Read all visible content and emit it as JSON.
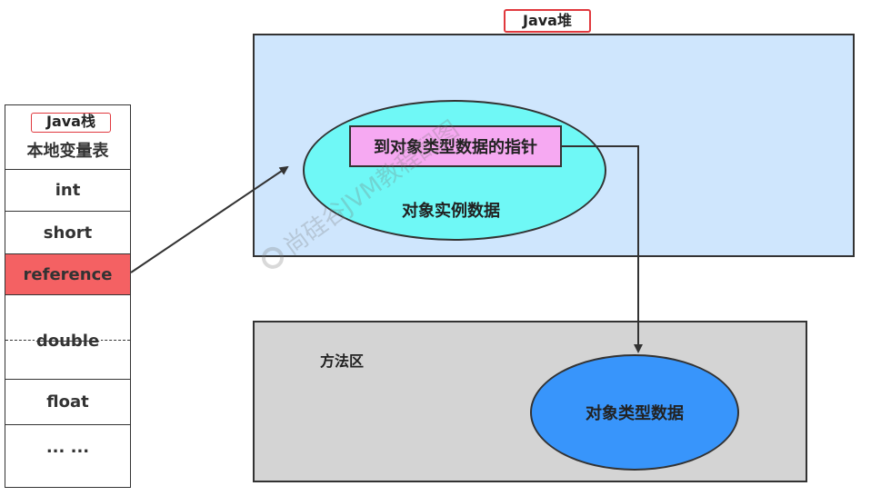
{
  "heap": {
    "label": "Java堆"
  },
  "stack": {
    "label": "Java栈",
    "header": "本地变量表",
    "cells": [
      "int",
      "short",
      "reference",
      "double",
      "float",
      "... ..."
    ]
  },
  "instance": {
    "label": "对象实例数据",
    "pointer_label": "到对象类型数据的指针"
  },
  "method_area": {
    "label": "方法区",
    "type_data_label": "对象类型数据"
  },
  "watermark": "尚硅谷JVM教程配图"
}
